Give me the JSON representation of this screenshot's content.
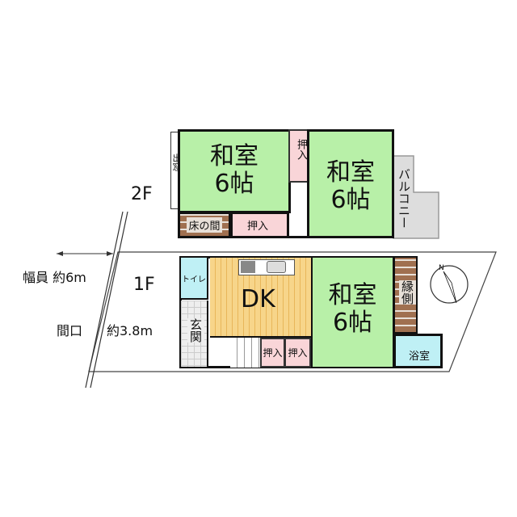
{
  "floor2": {
    "label": "2F",
    "room_left": {
      "name": "和室",
      "size": "6帖"
    },
    "room_right": {
      "name": "和室",
      "size": "6帖"
    },
    "bay_window": "出窓",
    "closet_top": "押入",
    "closet_bottom": "押入",
    "tokonoma": "床の間",
    "balcony": "バルコニー"
  },
  "floor1": {
    "label": "1F",
    "dk": "DK",
    "toilet": "トイレ",
    "entrance": "玄関",
    "closet1": "押入",
    "closet2": "押入",
    "room": {
      "name": "和室",
      "size": "6帖"
    },
    "engawa": "縁側",
    "bath": "浴室"
  },
  "site": {
    "road_width": "幅員 約6m",
    "frontage_label": "間口",
    "frontage_value": "約3.8m",
    "north": "N"
  },
  "colors": {
    "tatami": "#b8f0a8",
    "closet": "#f9d5d8",
    "toilet": "#bff0f5",
    "wood": "#f7d58a"
  }
}
